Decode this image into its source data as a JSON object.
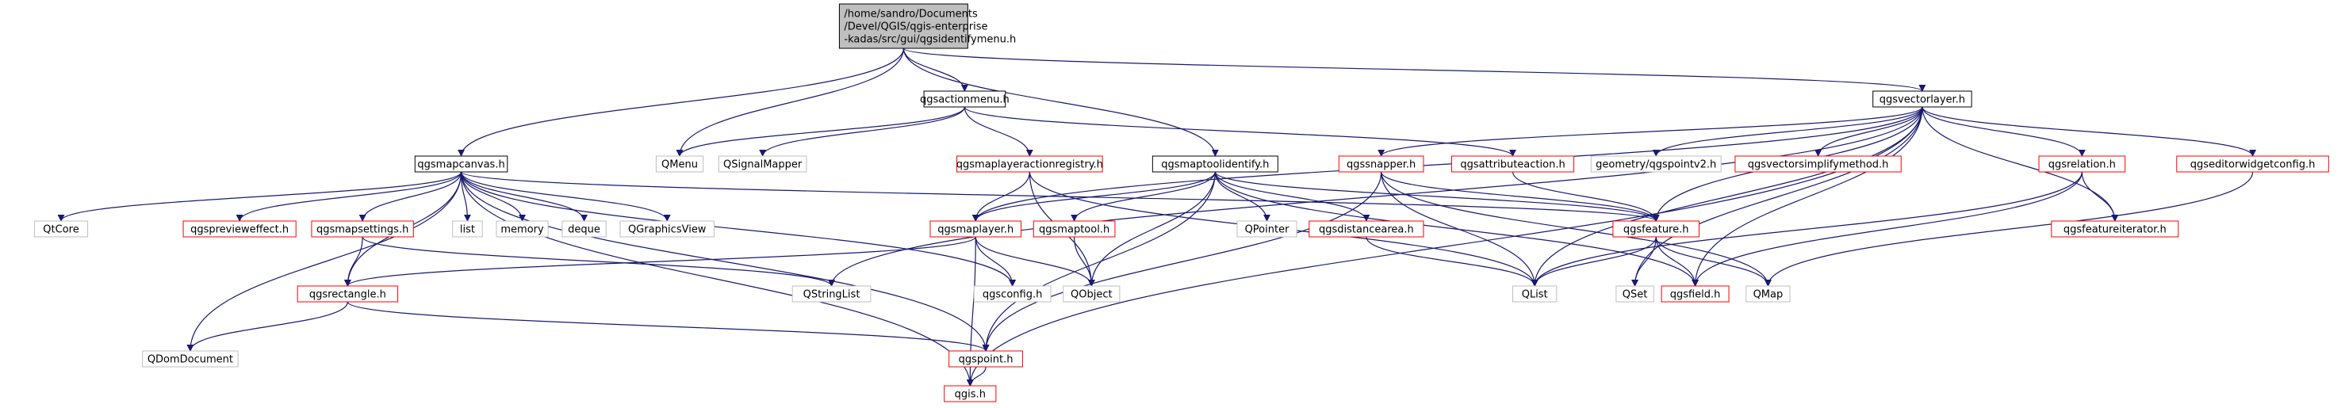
{
  "diagram": {
    "nodes": [
      {
        "id": "root",
        "lines": [
          "/home/sandro/Documents",
          "/Devel/QGIS/qgis-enterprise",
          "-kadas/src/gui/qgsidentifymenu.h"
        ],
        "kind": "root"
      },
      {
        "id": "actionmenu",
        "lines": [
          "qgsactionmenu.h"
        ],
        "kind": "documented"
      },
      {
        "id": "vectorlayer",
        "lines": [
          "qgsvectorlayer.h"
        ],
        "kind": "documented"
      },
      {
        "id": "mapcanvas",
        "lines": [
          "qgsmapcanvas.h"
        ],
        "kind": "documented"
      },
      {
        "id": "qmenu",
        "lines": [
          "QMenu"
        ],
        "kind": "external"
      },
      {
        "id": "qsignalmapper",
        "lines": [
          "QSignalMapper"
        ],
        "kind": "external"
      },
      {
        "id": "maplayeractionregistry",
        "lines": [
          "qgsmaplayeractionregistry.h"
        ],
        "kind": "truncated"
      },
      {
        "id": "maptoolidentify",
        "lines": [
          "qgsmaptoolidentify.h"
        ],
        "kind": "documented"
      },
      {
        "id": "snapper",
        "lines": [
          "qgssnapper.h"
        ],
        "kind": "truncated"
      },
      {
        "id": "attributeaction",
        "lines": [
          "qgsattributeaction.h"
        ],
        "kind": "truncated"
      },
      {
        "id": "pointv2",
        "lines": [
          "geometry/qgspointv2.h"
        ],
        "kind": "external"
      },
      {
        "id": "vectorsimplify",
        "lines": [
          "qgsvectorsimplifymethod.h"
        ],
        "kind": "truncated"
      },
      {
        "id": "relation",
        "lines": [
          "qgsrelation.h"
        ],
        "kind": "truncated"
      },
      {
        "id": "editorwidget",
        "lines": [
          "qgseditorwidgetconfig.h"
        ],
        "kind": "truncated"
      },
      {
        "id": "qtcore",
        "lines": [
          "QtCore"
        ],
        "kind": "external"
      },
      {
        "id": "previeweffect",
        "lines": [
          "qgspreviewеffect.h"
        ],
        "kind": "truncated"
      },
      {
        "id": "mapsettings",
        "lines": [
          "qgsmapsettings.h"
        ],
        "kind": "truncated"
      },
      {
        "id": "list",
        "lines": [
          "list"
        ],
        "kind": "external"
      },
      {
        "id": "memory",
        "lines": [
          "memory"
        ],
        "kind": "external"
      },
      {
        "id": "deque",
        "lines": [
          "deque"
        ],
        "kind": "external"
      },
      {
        "id": "qgraphicsview",
        "lines": [
          "QGraphicsView"
        ],
        "kind": "external"
      },
      {
        "id": "maplayer",
        "lines": [
          "qgsmaplayer.h"
        ],
        "kind": "truncated"
      },
      {
        "id": "maptool",
        "lines": [
          "qgsmaptool.h"
        ],
        "kind": "truncated"
      },
      {
        "id": "qpointer",
        "lines": [
          "QPointer"
        ],
        "kind": "external"
      },
      {
        "id": "distancearea",
        "lines": [
          "qgsdistancearea.h"
        ],
        "kind": "truncated"
      },
      {
        "id": "feature",
        "lines": [
          "qgsfeature.h"
        ],
        "kind": "truncated"
      },
      {
        "id": "featureiterator",
        "lines": [
          "qgsfeatureiterator.h"
        ],
        "kind": "truncated"
      },
      {
        "id": "rectangle",
        "lines": [
          "qgsrectangle.h"
        ],
        "kind": "truncated"
      },
      {
        "id": "qstringlist",
        "lines": [
          "QStringList"
        ],
        "kind": "external"
      },
      {
        "id": "config",
        "lines": [
          "qgsconfig.h"
        ],
        "kind": "external"
      },
      {
        "id": "qobject",
        "lines": [
          "QObject"
        ],
        "kind": "external"
      },
      {
        "id": "qlist",
        "lines": [
          "QList"
        ],
        "kind": "external"
      },
      {
        "id": "qset",
        "lines": [
          "QSet"
        ],
        "kind": "external"
      },
      {
        "id": "field",
        "lines": [
          "qgsfield.h"
        ],
        "kind": "truncated"
      },
      {
        "id": "qmap",
        "lines": [
          "QMap"
        ],
        "kind": "external"
      },
      {
        "id": "qdomdocument",
        "lines": [
          "QDomDocument"
        ],
        "kind": "external"
      },
      {
        "id": "point",
        "lines": [
          "qgspoint.h"
        ],
        "kind": "truncated"
      },
      {
        "id": "qgis",
        "lines": [
          "qgis.h"
        ],
        "kind": "truncated"
      }
    ],
    "edges": [
      [
        "root",
        "actionmenu"
      ],
      [
        "root",
        "vectorlayer"
      ],
      [
        "root",
        "mapcanvas"
      ],
      [
        "root",
        "qmenu"
      ],
      [
        "root",
        "maptoolidentify"
      ],
      [
        "actionmenu",
        "qmenu"
      ],
      [
        "actionmenu",
        "qsignalmapper"
      ],
      [
        "actionmenu",
        "maplayeractionregistry"
      ],
      [
        "actionmenu",
        "attributeaction"
      ],
      [
        "vectorlayer",
        "qstringlist"
      ],
      [
        "vectorlayer",
        "maplayer"
      ],
      [
        "vectorlayer",
        "snapper"
      ],
      [
        "vectorlayer",
        "pointv2"
      ],
      [
        "vectorlayer",
        "vectorsimplify"
      ],
      [
        "vectorlayer",
        "relation"
      ],
      [
        "vectorlayer",
        "editorwidget"
      ],
      [
        "vectorlayer",
        "feature"
      ],
      [
        "vectorlayer",
        "featureiterator"
      ],
      [
        "vectorlayer",
        "qset"
      ],
      [
        "vectorlayer",
        "field"
      ],
      [
        "vectorlayer",
        "qlist"
      ],
      [
        "vectorlayer",
        "qgis"
      ],
      [
        "mapcanvas",
        "qtcore"
      ],
      [
        "mapcanvas",
        "previeweffect"
      ],
      [
        "mapcanvas",
        "mapsettings"
      ],
      [
        "mapcanvas",
        "list"
      ],
      [
        "mapcanvas",
        "memory"
      ],
      [
        "mapcanvas",
        "deque"
      ],
      [
        "mapcanvas",
        "qgraphicsview"
      ],
      [
        "mapcanvas",
        "rectangle"
      ],
      [
        "mapcanvas",
        "config"
      ],
      [
        "mapcanvas",
        "point"
      ],
      [
        "mapcanvas",
        "qdomdocument"
      ],
      [
        "mapcanvas",
        "qgis"
      ],
      [
        "mapcanvas",
        "feature"
      ],
      [
        "maplayeractionregistry",
        "maplayer"
      ],
      [
        "maplayeractionregistry",
        "qobject"
      ],
      [
        "maplayeractionregistry",
        "qlist"
      ],
      [
        "maptoolidentify",
        "maplayer"
      ],
      [
        "maptoolidentify",
        "maptool"
      ],
      [
        "maptoolidentify",
        "qobject"
      ],
      [
        "maptoolidentify",
        "qpointer"
      ],
      [
        "maptoolidentify",
        "distancearea"
      ],
      [
        "maptoolidentify",
        "feature"
      ],
      [
        "maptoolidentify",
        "field"
      ],
      [
        "maptoolidentify",
        "point"
      ],
      [
        "snapper",
        "feature"
      ],
      [
        "snapper",
        "qlist"
      ],
      [
        "snapper",
        "point"
      ],
      [
        "snapper",
        "qmap"
      ],
      [
        "attributeaction",
        "feature"
      ],
      [
        "relation",
        "featureiterator"
      ],
      [
        "relation",
        "field"
      ],
      [
        "relation",
        "qlist"
      ],
      [
        "editorwidget",
        "qmap"
      ],
      [
        "mapsettings",
        "rectangle"
      ],
      [
        "mapsettings",
        "qstringlist"
      ],
      [
        "maplayer",
        "rectangle"
      ],
      [
        "maplayer",
        "config"
      ],
      [
        "maplayer",
        "qobject"
      ],
      [
        "maplayer",
        "qgis"
      ],
      [
        "maptool",
        "qobject"
      ],
      [
        "distancearea",
        "qlist"
      ],
      [
        "feature",
        "qlist"
      ],
      [
        "feature",
        "qset"
      ],
      [
        "feature",
        "field"
      ],
      [
        "feature",
        "qmap"
      ],
      [
        "rectangle",
        "qdomdocument"
      ],
      [
        "rectangle",
        "point"
      ],
      [
        "point",
        "qgis"
      ]
    ]
  }
}
